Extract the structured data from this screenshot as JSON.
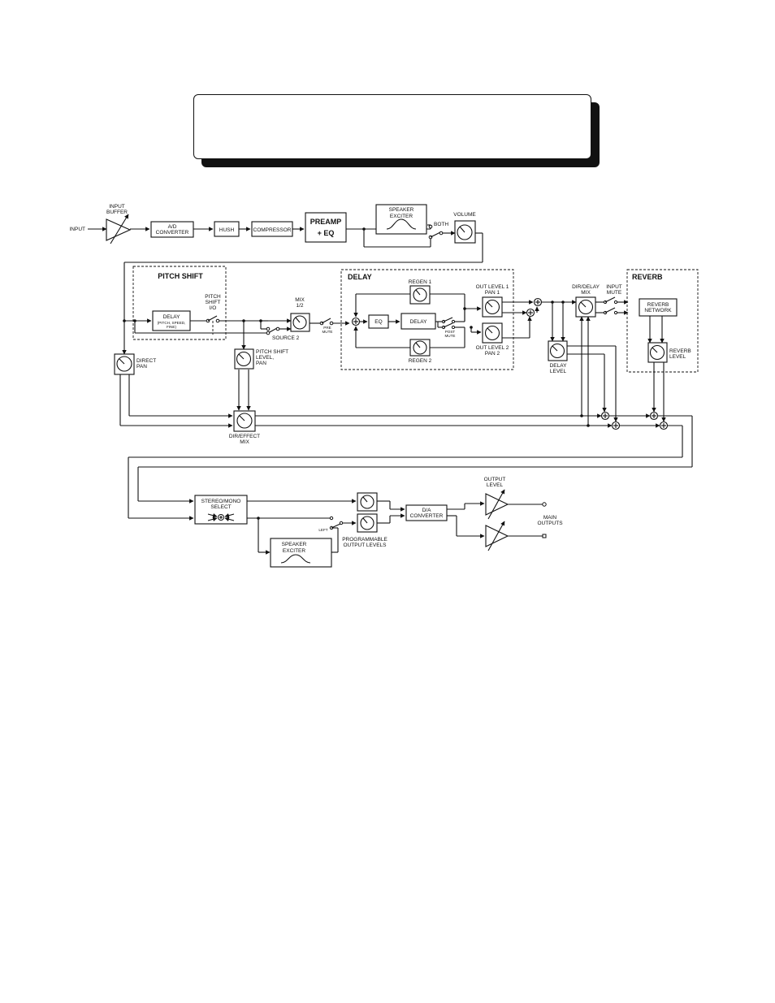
{
  "title_banner": {
    "text": ""
  },
  "labels": {
    "input": "INPUT",
    "input_buffer": [
      "INPUT",
      "BUFFER"
    ],
    "ad_converter": [
      "A/D",
      "CONVERTER"
    ],
    "hush": "HUSH",
    "compressor": "COMPRESSOR",
    "preamp_eq": [
      "PREAMP",
      "+ EQ"
    ],
    "speaker_exciter": [
      "SPEAKER",
      "EXCITER"
    ],
    "both": "BOTH",
    "volume": "VOLUME",
    "pitch_shift": "PITCH SHIFT",
    "pitch_delay": "DELAY",
    "pitch_delay_sub": [
      "(PITCH, SPEED,",
      "FINE)"
    ],
    "pitch_shift_io": [
      "PITCH",
      "SHIFT",
      "I/O"
    ],
    "source2": "SOURCE 2",
    "mix12": [
      "MIX",
      "1/2"
    ],
    "pre_mute": [
      "PRE",
      "MUTE"
    ],
    "pitch_shift_level_pan": [
      "PITCH SHIFT",
      "LEVEL,",
      "PAN"
    ],
    "direct_pan": [
      "DIRECT",
      "PAN"
    ],
    "dir_effect_mix": [
      "DIR/EFFECT",
      "MIX"
    ],
    "delay_section": "DELAY",
    "regen1": "REGEN 1",
    "regen2": "REGEN 2",
    "eq": "EQ",
    "delay_block": "DELAY",
    "post_mute": [
      "POST",
      "MUTE"
    ],
    "out_level1": [
      "OUT LEVEL 1",
      "PAN 1"
    ],
    "out_level2": [
      "OUT LEVEL 2",
      "PAN 2"
    ],
    "dir_delay_mix": [
      "DIR/DELAY",
      "MIX"
    ],
    "input_mute": [
      "INPUT",
      "MUTE"
    ],
    "delay_level": [
      "DELAY",
      "LEVEL"
    ],
    "reverb_section": "REVERB",
    "reverb_network": [
      "REVERB",
      "NETWORK"
    ],
    "reverb_level": [
      "REVERB",
      "LEVEL"
    ],
    "stereo_mono": [
      "STEREO/MONO",
      "SELECT"
    ],
    "left": "LEFT",
    "speaker_exciter2": [
      "SPEAKER",
      "EXCITER"
    ],
    "programmable_output": [
      "PROGRAMMABLE",
      "OUTPUT LEVELS"
    ],
    "da_converter": [
      "D/A",
      "CONVERTER"
    ],
    "output_level": [
      "OUTPUT",
      "LEVEL"
    ],
    "main_outputs": [
      "MAIN",
      "OUTPUTS"
    ]
  }
}
